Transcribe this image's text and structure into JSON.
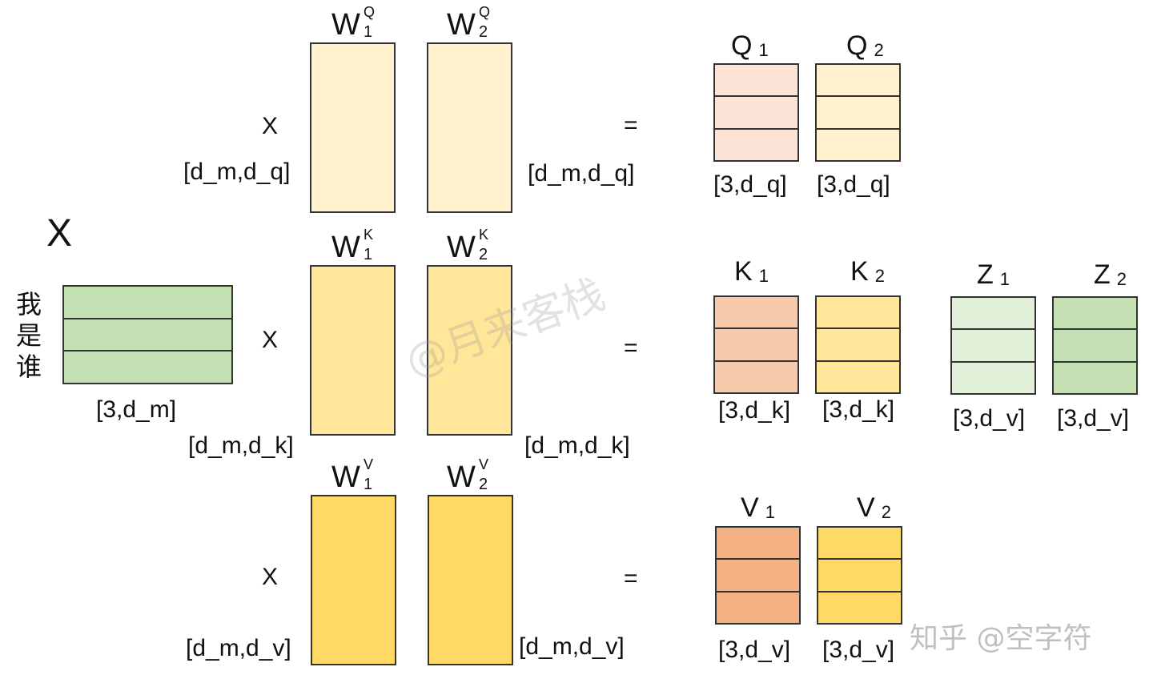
{
  "x_title": "X",
  "x_tokens": [
    "我",
    "是",
    "谁"
  ],
  "x_dim": "[3,d_m]",
  "operators": {
    "times": "X",
    "equals": "="
  },
  "colors": {
    "x_fill": "#c5e0b3",
    "wq_fill": "#fff2cc",
    "wk_fill": "#ffe699",
    "wv_fill": "#ffd966",
    "q1_fill": "#fbe4d5",
    "q2_fill": "#fff2cc",
    "k1_fill": "#f7caac",
    "k2_fill": "#ffe699",
    "v1_fill": "#f4b183",
    "v2_fill": "#ffd966",
    "z1_fill": "#e2efd9",
    "z2_fill": "#c5e0b3"
  },
  "weights": {
    "q": {
      "w1_base": "W",
      "w1_sub": "1",
      "w1_sup": "Q",
      "w2_base": "W",
      "w2_sub": "2",
      "w2_sup": "Q",
      "dim_left": "[d_m,d_q]",
      "dim_right": "[d_m,d_q]"
    },
    "k": {
      "w1_base": "W",
      "w1_sub": "1",
      "w1_sup": "K",
      "w2_base": "W",
      "w2_sub": "2",
      "w2_sup": "K",
      "dim_left": "[d_m,d_k]",
      "dim_right": "[d_m,d_k]"
    },
    "v": {
      "w1_base": "W",
      "w1_sub": "1",
      "w1_sup": "V",
      "w2_base": "W",
      "w2_sub": "2",
      "w2_sup": "V",
      "dim_left": "[d_m,d_v]",
      "dim_right": "[d_m,d_v]"
    }
  },
  "outputs": {
    "q1": {
      "base": "Q",
      "sub": "1",
      "dim": "[3,d_q]"
    },
    "q2": {
      "base": "Q",
      "sub": "2",
      "dim": "[3,d_q]"
    },
    "k1": {
      "base": "K",
      "sub": "1",
      "dim": "[3,d_k]"
    },
    "k2": {
      "base": "K",
      "sub": "2",
      "dim": "[3,d_k]"
    },
    "v1": {
      "base": "V",
      "sub": "1",
      "dim": "[3,d_v]"
    },
    "v2": {
      "base": "V",
      "sub": "2",
      "dim": "[3,d_v]"
    },
    "z1": {
      "base": "Z",
      "sub": "1",
      "dim": "[3,d_v]"
    },
    "z2": {
      "base": "Z",
      "sub": "2",
      "dim": "[3,d_v]"
    }
  },
  "watermarks": {
    "center": "@月来客栈",
    "corner": "知乎 @空字符"
  }
}
